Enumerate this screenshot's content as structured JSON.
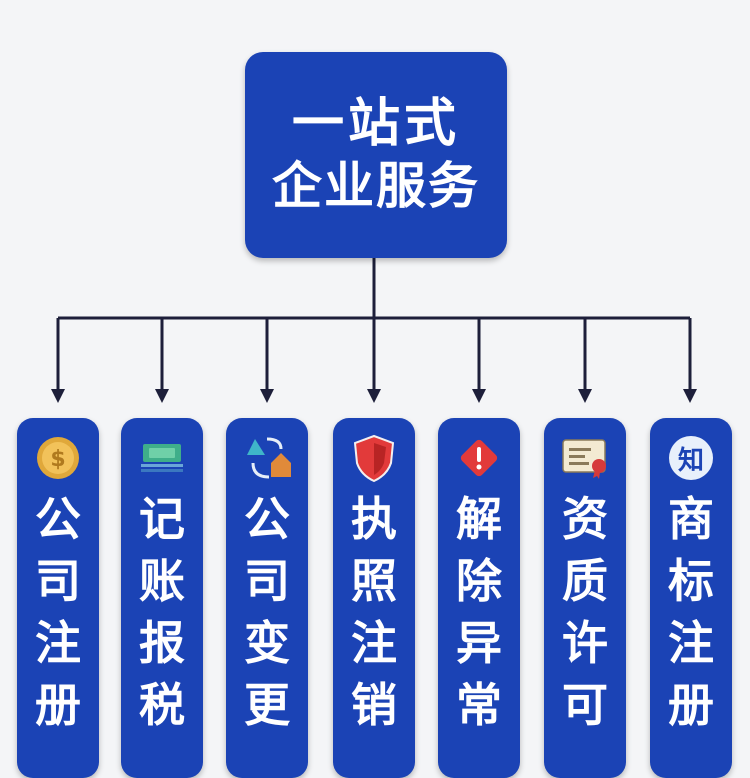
{
  "root": {
    "line1": "一站式",
    "line2": "企业服务"
  },
  "services": [
    {
      "label": "公司注册",
      "icon": "coin-icon"
    },
    {
      "label": "记账报税",
      "icon": "money-stack-icon"
    },
    {
      "label": "公司变更",
      "icon": "shapes-exchange-icon"
    },
    {
      "label": "执照注销",
      "icon": "shield-icon"
    },
    {
      "label": "解除异常",
      "icon": "warning-diamond-icon"
    },
    {
      "label": "资质许可",
      "icon": "certificate-icon"
    },
    {
      "label": "商标注册",
      "icon": "zhi-badge-icon",
      "icon_text": "知"
    }
  ],
  "colors": {
    "box": "#1b43b5",
    "line": "#1d1f3a",
    "background": "#f4f5f7"
  }
}
